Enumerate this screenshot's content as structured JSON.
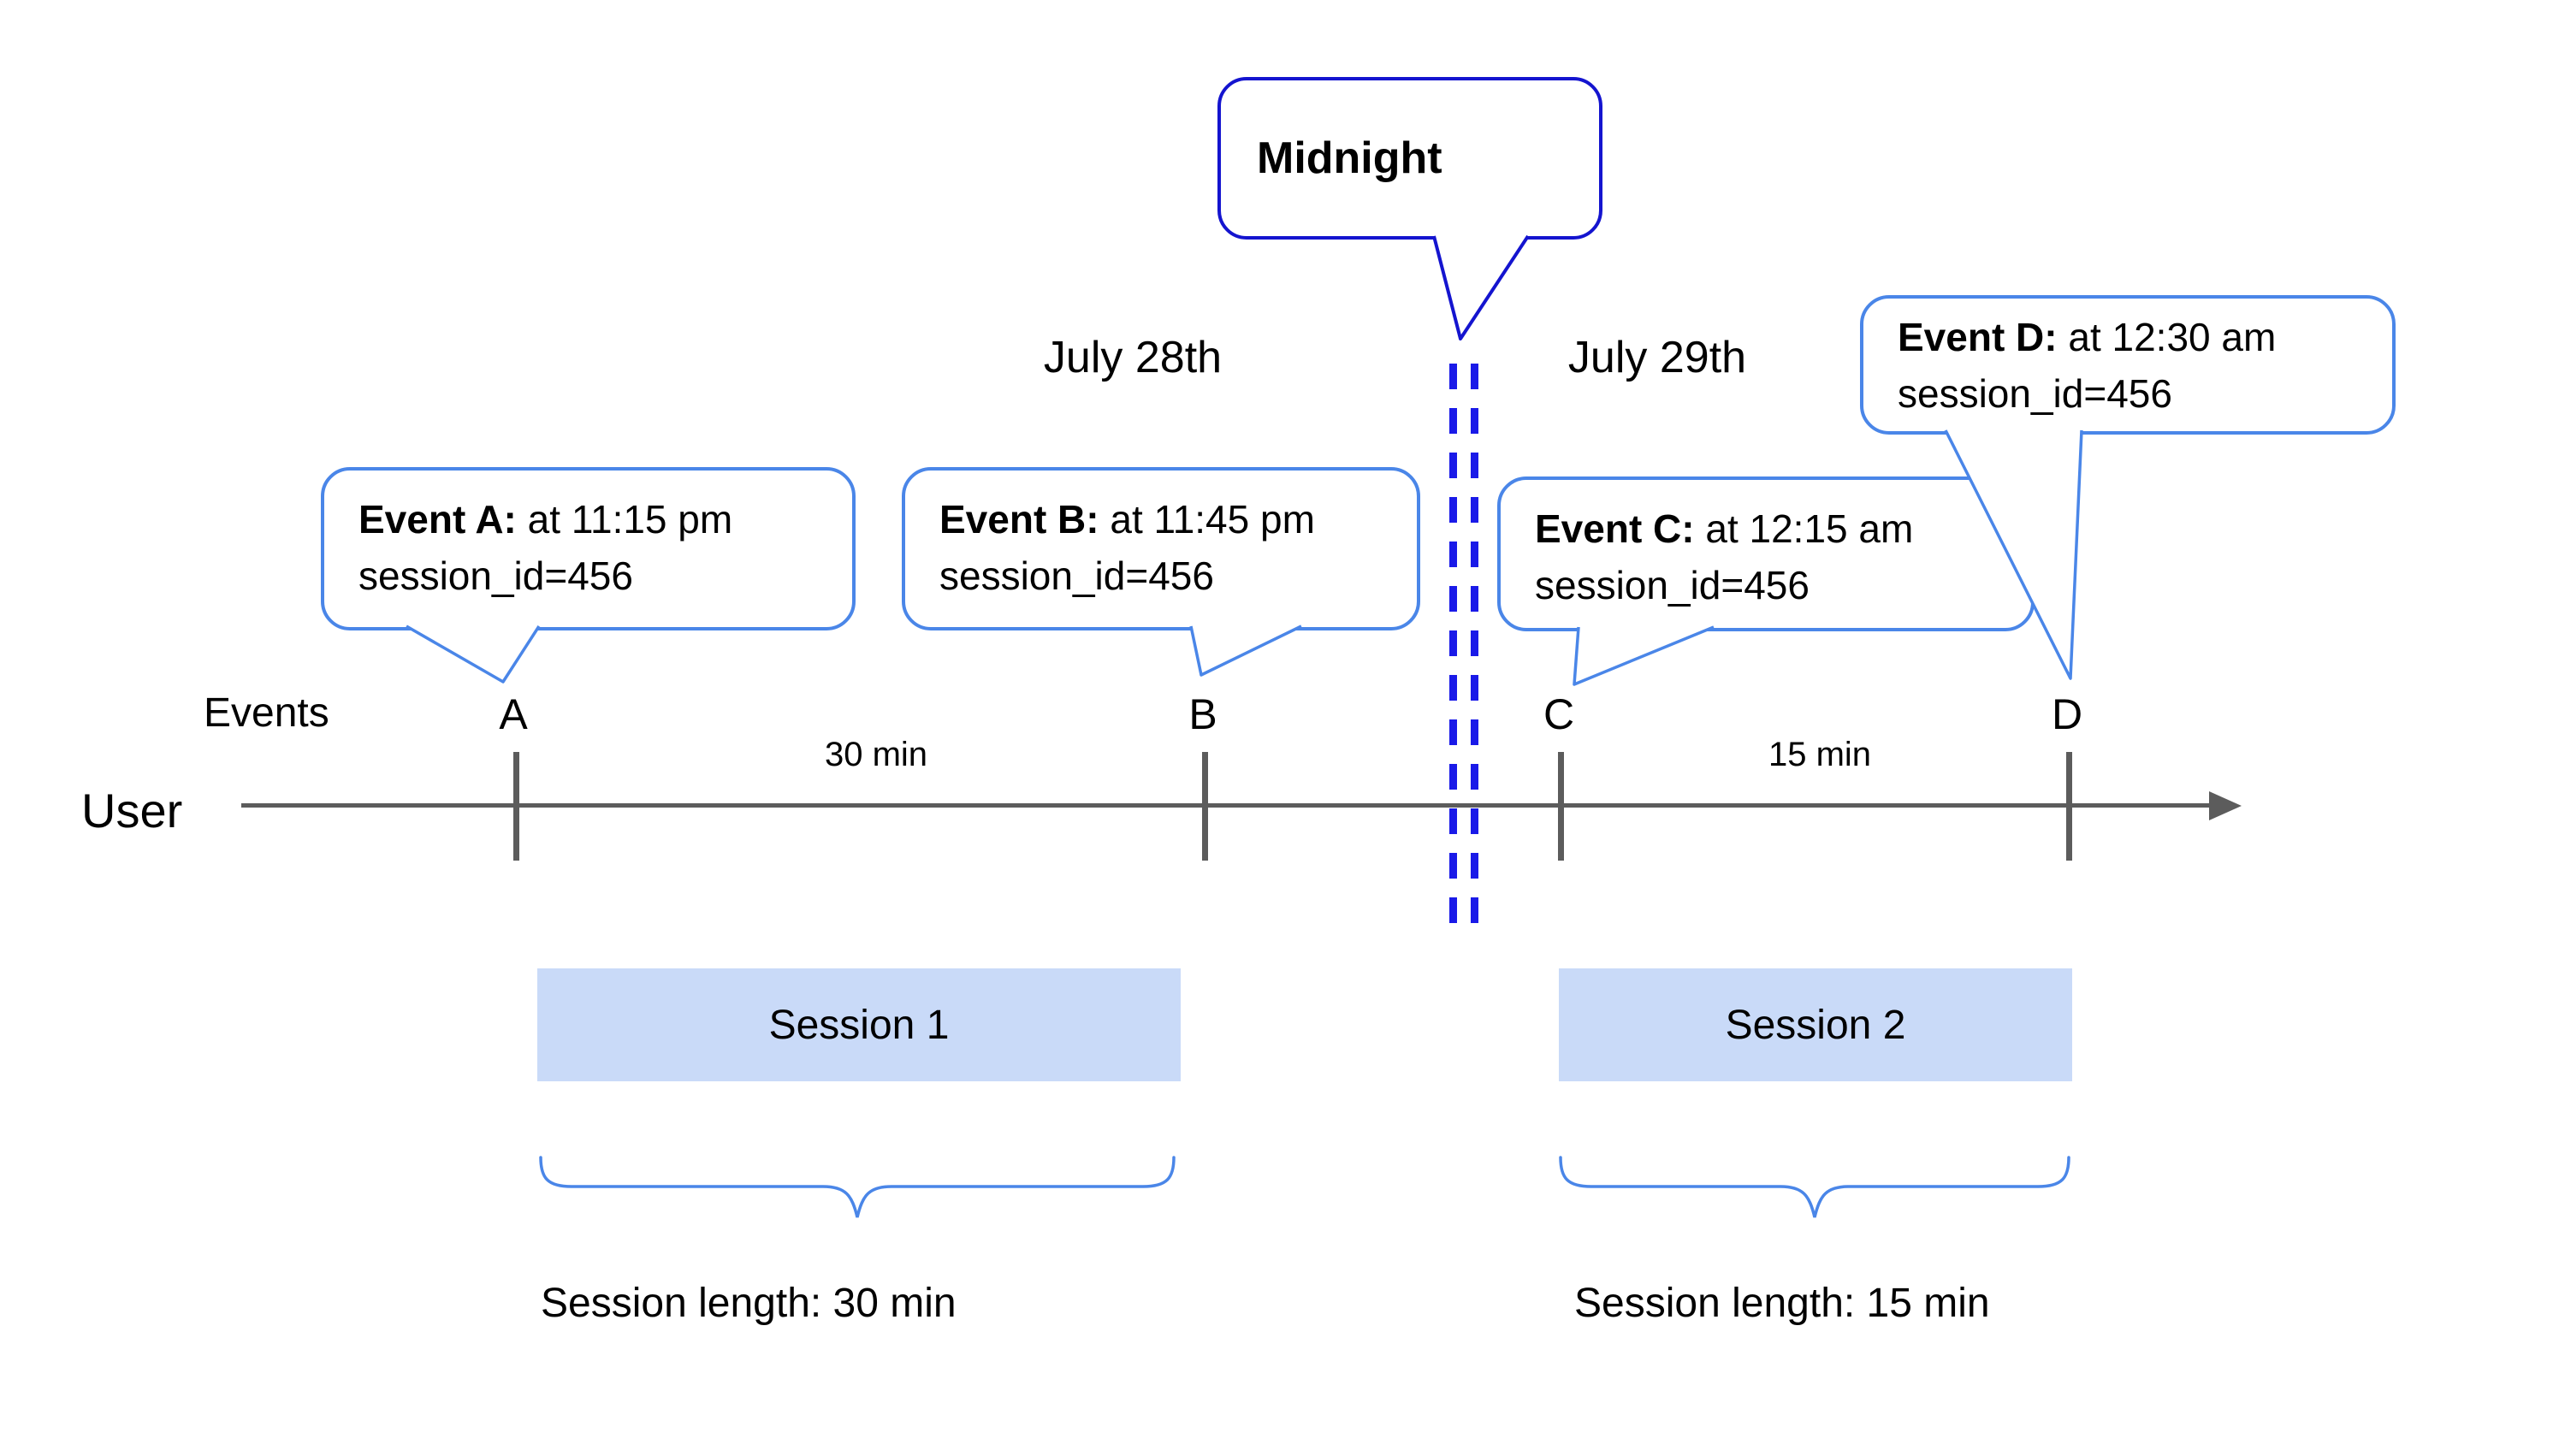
{
  "colors": {
    "bubble_border": "#4a86e8",
    "midnight_border": "#1414cf",
    "dash": "#1a1ae8",
    "session_fill": "#c9daf8",
    "line": "#5c5c5c",
    "text": "#000000"
  },
  "labels": {
    "events_axis": "Events",
    "user_axis": "User",
    "july28": "July 28th",
    "july29": "July 29th",
    "midnight": "Midnight",
    "gap_ab": "30 min",
    "gap_cd": "15 min"
  },
  "events": [
    {
      "letter": "A",
      "title": "Event A:",
      "time": "at 11:15 pm",
      "detail": "session_id=456"
    },
    {
      "letter": "B",
      "title": "Event B:",
      "time": "at 11:45 pm",
      "detail": "session_id=456"
    },
    {
      "letter": "C",
      "title": "Event C:",
      "time": "at 12:15 am",
      "detail": "session_id=456"
    },
    {
      "letter": "D",
      "title": "Event D:",
      "time": "at 12:30 am",
      "detail": "session_id=456"
    }
  ],
  "sessions": [
    {
      "name": "Session 1",
      "length_label": "Session length: 30 min"
    },
    {
      "name": "Session 2",
      "length_label": "Session length: 15 min"
    }
  ]
}
